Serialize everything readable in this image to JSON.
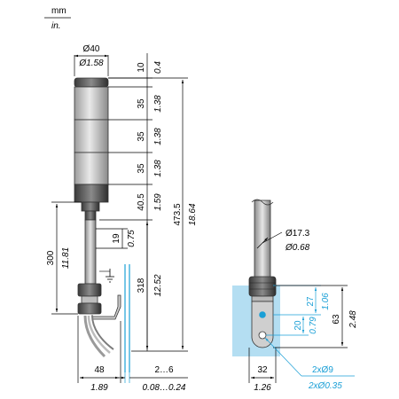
{
  "units": {
    "metric": "mm",
    "imperial": "in."
  },
  "tower": {
    "diameter": {
      "mm": "Ø40",
      "in": "Ø1.58"
    },
    "cap": {
      "mm": "10",
      "in": "0.4"
    },
    "tier1": {
      "mm": "35",
      "in": "1.38"
    },
    "tier2": {
      "mm": "35",
      "in": "1.38"
    },
    "tier3": {
      "mm": "35",
      "in": "1.38"
    },
    "base": {
      "mm": "40.5",
      "in": "1.59"
    },
    "overall": {
      "mm": "473.5",
      "in": "18.64"
    },
    "collar": {
      "mm": "19",
      "in": "0.75"
    },
    "pole_total": {
      "mm": "300",
      "in": "11.81"
    },
    "pole_below": {
      "mm": "318",
      "in": "12.52"
    },
    "bracket_width": {
      "mm": "48",
      "in": "1.89"
    },
    "plate_thickness": {
      "mm": "2…6",
      "in": "0.08…0.24"
    }
  },
  "detail": {
    "pole_diameter": {
      "mm": "Ø17.3",
      "in": "Ø0.68"
    },
    "slot": {
      "mm": "27",
      "in": "1.06"
    },
    "hole_spacing": {
      "mm": "20",
      "in": "0.79"
    },
    "height": {
      "mm": "63",
      "in": "2.48"
    },
    "width": {
      "mm": "32",
      "in": "1.26"
    },
    "holes": {
      "mm": "2xØ9",
      "in": "2xØ0.35"
    }
  },
  "colors": {
    "accent": "#1a9fd6",
    "highlight": "#a7d8f0"
  }
}
